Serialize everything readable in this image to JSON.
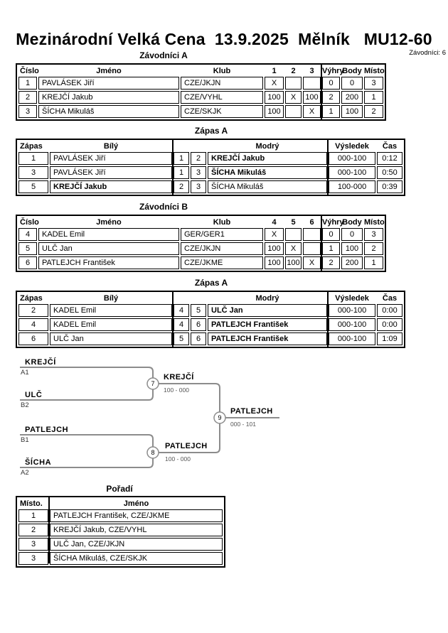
{
  "page": {
    "title": "Mezinárodní Velká Cena  13.9.2025  Mělník   MU12-60",
    "participants_note": "Závodníci: 6"
  },
  "group_a": {
    "heading": "Závodníci A",
    "headers": {
      "number": "Číslo",
      "name": "Jméno",
      "club": "Klub",
      "v1": "1",
      "v2": "2",
      "v3": "3",
      "wins": "Výhry",
      "points": "Body",
      "place": "Místo."
    },
    "rows": [
      {
        "number": "1",
        "name": "PAVLÁSEK Jiří",
        "club": "CZE/JKJN",
        "v1": "X",
        "v2": "",
        "v3": "",
        "wins": "0",
        "points": "0",
        "place": "3"
      },
      {
        "number": "2",
        "name": "KREJČÍ Jakub",
        "club": "CZE/VYHL",
        "v1": "100",
        "v2": "X",
        "v3": "100",
        "wins": "2",
        "points": "200",
        "place": "1"
      },
      {
        "number": "3",
        "name": "ŠÍCHA Mikuláš",
        "club": "CZE/SKJK",
        "v1": "100",
        "v2": "",
        "v3": "X",
        "wins": "1",
        "points": "100",
        "place": "2"
      }
    ]
  },
  "matches_a": {
    "heading": "Zápas A",
    "headers": {
      "match": "Zápas",
      "white": "Bílý",
      "blue": "Modrý",
      "result": "Výsledek",
      "time": "Čas"
    },
    "rows": [
      {
        "match": "1",
        "white": "PAVLÁSEK Jiří",
        "wn": "1",
        "bn": "2",
        "blue": "KREJČÍ Jakub",
        "result": "000-100",
        "time": "0:12"
      },
      {
        "match": "3",
        "white": "PAVLÁSEK Jiří",
        "wn": "1",
        "bn": "3",
        "blue": "ŠÍCHA Mikuláš",
        "result": "000-100",
        "time": "0:50"
      },
      {
        "match": "5",
        "white": "KREJČÍ Jakub",
        "wn": "2",
        "bn": "3",
        "blue": "ŠÍCHA Mikuláš",
        "result": "100-000",
        "time": "0:39"
      }
    ]
  },
  "group_b": {
    "heading": "Závodníci B",
    "headers": {
      "number": "Číslo",
      "name": "Jméno",
      "club": "Klub",
      "v1": "4",
      "v2": "5",
      "v3": "6",
      "wins": "Výhry",
      "points": "Body",
      "place": "Místo."
    },
    "rows": [
      {
        "number": "4",
        "name": "KADEL Emil",
        "club": "GER/GER1",
        "v1": "X",
        "v2": "",
        "v3": "",
        "wins": "0",
        "points": "0",
        "place": "3"
      },
      {
        "number": "5",
        "name": "ULČ Jan",
        "club": "CZE/JKJN",
        "v1": "100",
        "v2": "X",
        "v3": "",
        "wins": "1",
        "points": "100",
        "place": "2"
      },
      {
        "number": "6",
        "name": "PATLEJCH František",
        "club": "CZE/JKME",
        "v1": "100",
        "v2": "100",
        "v3": "X",
        "wins": "2",
        "points": "200",
        "place": "1"
      }
    ]
  },
  "matches_b": {
    "heading": "Zápas A",
    "headers": {
      "match": "Zápas",
      "white": "Bílý",
      "blue": "Modrý",
      "result": "Výsledek",
      "time": "Čas"
    },
    "rows": [
      {
        "match": "2",
        "white": "KADEL Emil",
        "wn": "4",
        "bn": "5",
        "blue": "ULČ Jan",
        "result": "000-100",
        "time": "0:00"
      },
      {
        "match": "4",
        "white": "KADEL Emil",
        "wn": "4",
        "bn": "6",
        "blue": "PATLEJCH František",
        "result": "000-100",
        "time": "0:00"
      },
      {
        "match": "6",
        "white": "ULČ Jan",
        "wn": "5",
        "bn": "6",
        "blue": "PATLEJCH František",
        "result": "000-100",
        "time": "1:09"
      }
    ]
  },
  "bracket": {
    "entries": [
      {
        "name": "KREJČÍ",
        "seed": "A1"
      },
      {
        "name": "ULČ",
        "seed": "B2"
      },
      {
        "name": "PATLEJCH",
        "seed": "B1"
      },
      {
        "name": "ŠÍCHA",
        "seed": "A2"
      }
    ],
    "nodes": [
      {
        "id": "7",
        "winner": "KREJČÍ",
        "score": "100 - 000"
      },
      {
        "id": "8",
        "winner": "PATLEJCH",
        "score": "100 - 000"
      },
      {
        "id": "9",
        "winner": "PATLEJCH",
        "score": "000 - 101"
      }
    ]
  },
  "standings": {
    "heading": "Pořadí",
    "headers": {
      "place": "Místo.",
      "name": "Jméno"
    },
    "rows": [
      {
        "place": "1",
        "name": "PATLEJCH František, CZE/JKME"
      },
      {
        "place": "2",
        "name": "KREJČÍ Jakub, CZE/VYHL"
      },
      {
        "place": "3",
        "name": "ULČ Jan, CZE/JKJN"
      },
      {
        "place": "3",
        "name": "ŠÍCHA Mikuláš, CZE/SKJK"
      }
    ]
  }
}
